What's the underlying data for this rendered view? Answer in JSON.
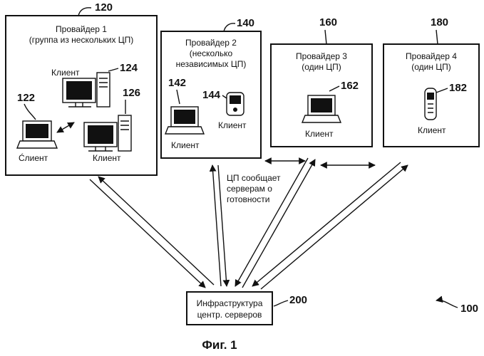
{
  "refs": {
    "system": "100",
    "provider1": "120",
    "client122": "122",
    "client124": "124",
    "client126": "126",
    "provider2": "140",
    "client142": "142",
    "client144": "144",
    "provider3": "160",
    "client162": "162",
    "provider4": "180",
    "client182": "182",
    "infra": "200"
  },
  "provider1": {
    "line1": "Провайдер 1",
    "line2": "(группа из нескольких ЦП)"
  },
  "provider2": {
    "line1": "Провайдер 2",
    "line2": "(несколько",
    "line3": "независимых ЦП)"
  },
  "provider3": {
    "line1": "Провайдер 3",
    "line2": "(один ЦП)"
  },
  "provider4": {
    "line1": "Провайдер 4",
    "line2": "(один ЦП)"
  },
  "client_label": "Клиент",
  "client_label_alt": "Ćлиент",
  "annotation": {
    "line1": "ЦП сообщает",
    "line2": "серверам о",
    "line3": "готовности"
  },
  "infra": {
    "line1": "Инфраструктура",
    "line2": "центр. серверов"
  },
  "figure_caption": "Фиг. 1"
}
